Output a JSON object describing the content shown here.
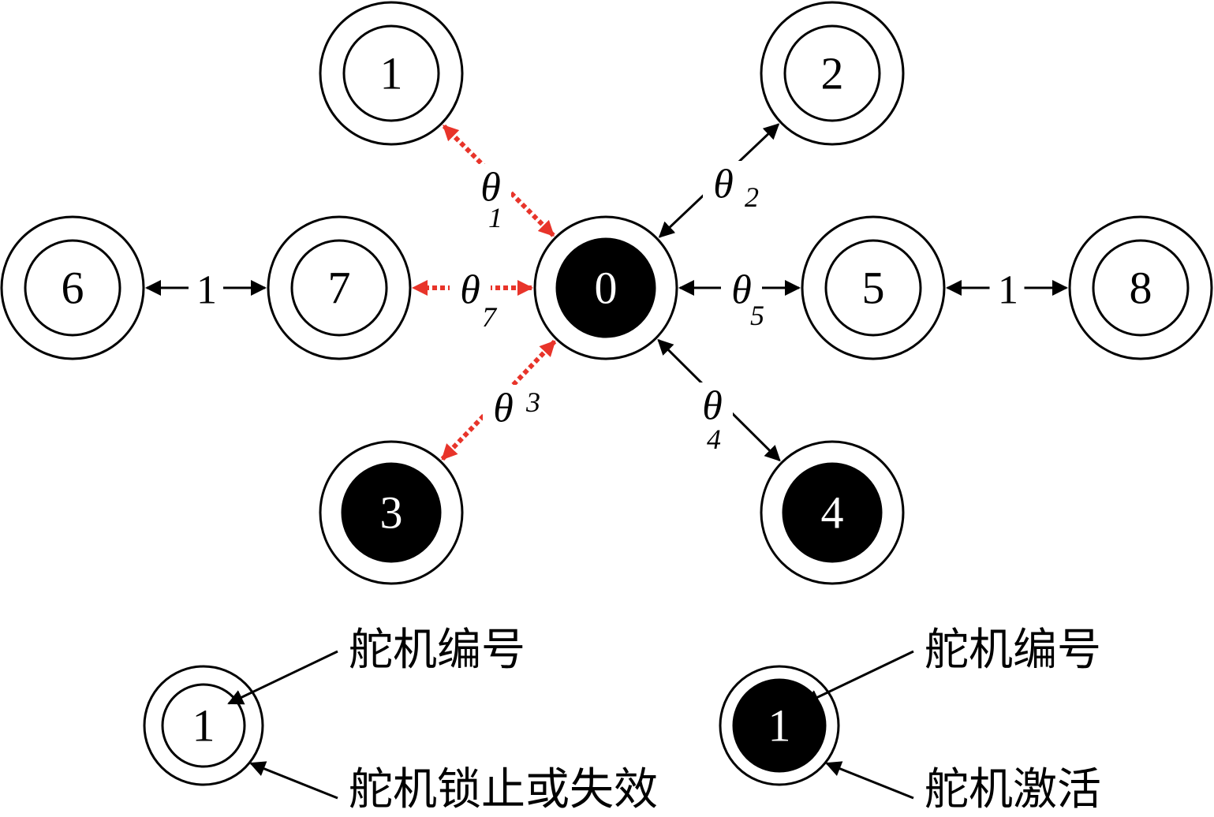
{
  "nodes": [
    {
      "id": "0",
      "label": "0",
      "active": true
    },
    {
      "id": "1",
      "label": "1",
      "active": false
    },
    {
      "id": "2",
      "label": "2",
      "active": false
    },
    {
      "id": "3",
      "label": "3",
      "active": true
    },
    {
      "id": "4",
      "label": "4",
      "active": true
    },
    {
      "id": "5",
      "label": "5",
      "active": false
    },
    {
      "id": "6",
      "label": "6",
      "active": false
    },
    {
      "id": "7",
      "label": "7",
      "active": false
    },
    {
      "id": "8",
      "label": "8",
      "active": false
    }
  ],
  "edges": [
    {
      "from": "0",
      "to": "1",
      "symbol": "θ",
      "sub": "1",
      "style": "red-dotted"
    },
    {
      "from": "0",
      "to": "2",
      "symbol": "θ",
      "sub": "2",
      "style": "black-solid"
    },
    {
      "from": "0",
      "to": "3",
      "symbol": "θ",
      "sub": "3",
      "style": "red-dotted"
    },
    {
      "from": "0",
      "to": "4",
      "symbol": "θ",
      "sub": "4",
      "style": "black-solid"
    },
    {
      "from": "0",
      "to": "5",
      "symbol": "θ",
      "sub": "5",
      "style": "black-solid"
    },
    {
      "from": "0",
      "to": "7",
      "symbol": "θ",
      "sub": "7",
      "style": "red-dotted"
    },
    {
      "from": "6",
      "to": "7",
      "label": "1",
      "style": "black-solid"
    },
    {
      "from": "5",
      "to": "8",
      "label": "1",
      "style": "black-solid"
    }
  ],
  "legend": {
    "locked": {
      "node_label": "1",
      "number_text": "舵机编号",
      "state_text": "舵机锁止或失效"
    },
    "active": {
      "node_label": "1",
      "number_text": "舵机编号",
      "state_text": "舵机激活"
    }
  },
  "colors": {
    "stroke": "#000000",
    "active_fill": "#000000",
    "inactive_fill": "#ffffff",
    "red_edge": "#e8342a"
  }
}
